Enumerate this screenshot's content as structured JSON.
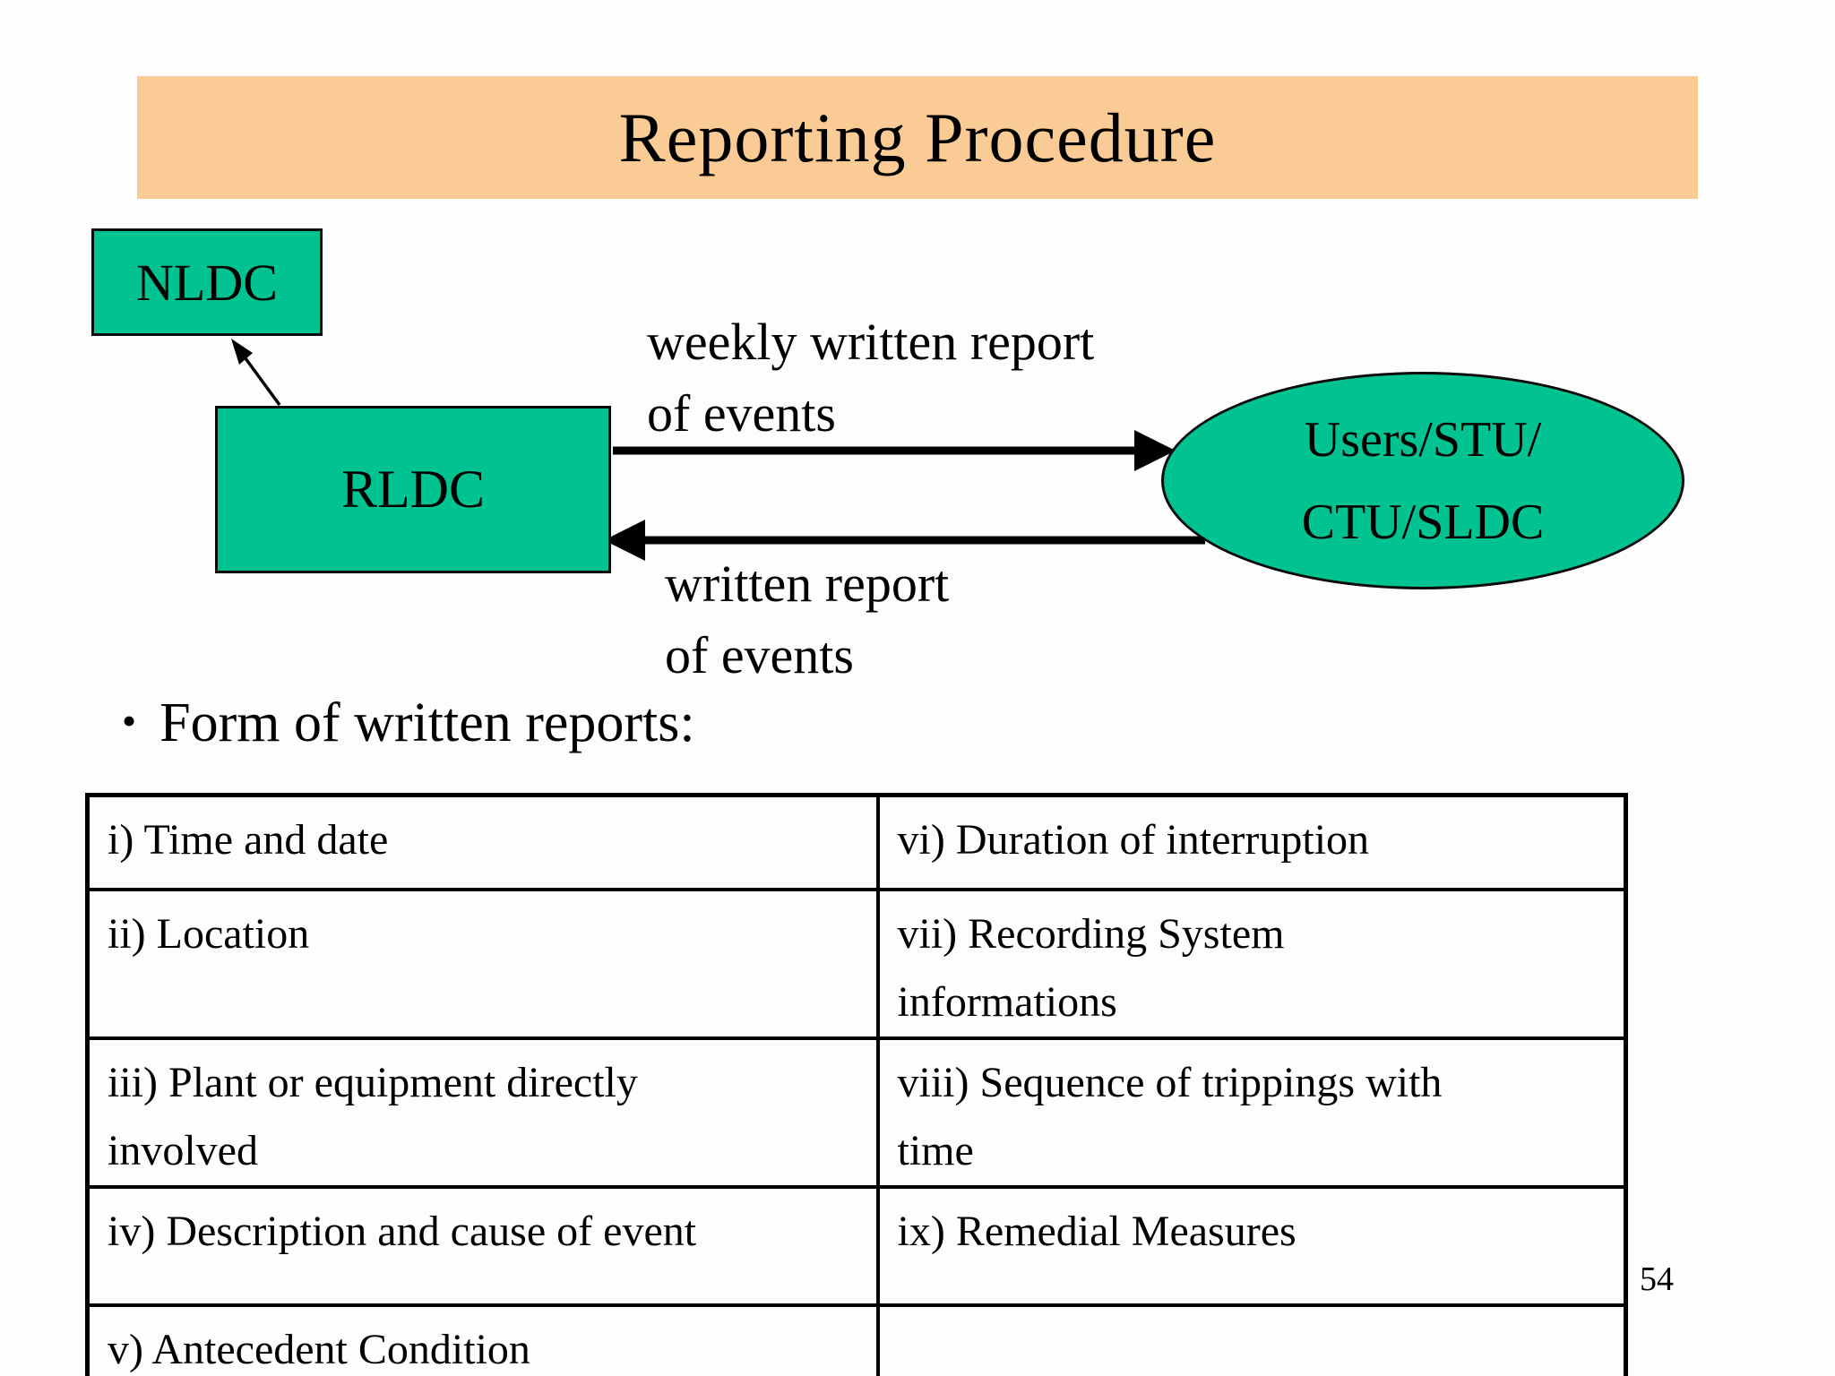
{
  "slide": {
    "title": "Reporting Procedure",
    "page_number": "54"
  },
  "colors": {
    "title_bar_bg": "#FACB94",
    "shape_fill": "#00C391",
    "text": "#000000"
  },
  "diagram": {
    "nldc_label": "NLDC",
    "rldc_label": "RLDC",
    "users_label_lines": [
      "Users/STU/",
      "CTU/SLDC"
    ],
    "top_arrow_label_lines": [
      "weekly written report",
      "of events"
    ],
    "bottom_arrow_label_lines": [
      "written report",
      "of events"
    ]
  },
  "bullet": {
    "marker": "•",
    "text": "Form of written reports:"
  },
  "table": {
    "rows": [
      {
        "left": [
          "i) Time and date"
        ],
        "right": [
          "vi) Duration of interruption"
        ]
      },
      {
        "left": [
          "ii) Location"
        ],
        "right": [
          "vii) Recording System",
          "informations"
        ]
      },
      {
        "left": [
          "iii) Plant or equipment directly",
          "involved"
        ],
        "right": [
          "viii) Sequence of trippings with",
          "time"
        ]
      },
      {
        "left": [
          "iv) Description and cause of event"
        ],
        "right": [
          "ix) Remedial Measures"
        ]
      },
      {
        "left": [
          "v) Antecedent Condition"
        ],
        "right": []
      }
    ]
  }
}
